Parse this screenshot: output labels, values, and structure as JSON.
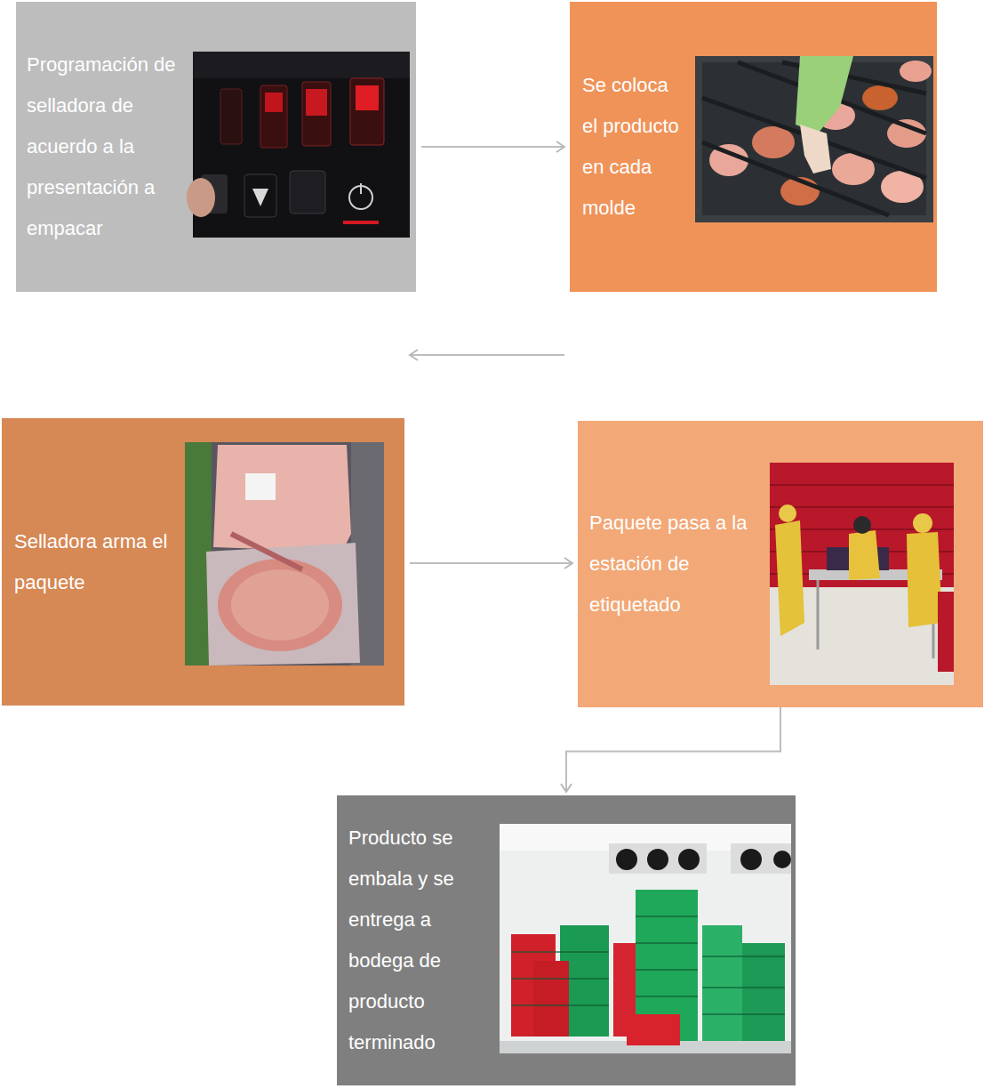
{
  "diagram": {
    "nodes": [
      {
        "text": [
          "Programación de selladora de acuerdo a la presentación a empacar"
        ]
      },
      {
        "text": [
          "Se coloca el producto en cada molde"
        ]
      },
      {
        "text": [
          "Selladora arma el paquete"
        ]
      },
      {
        "text": [
          "Paquete pasa a la estación de etiquetado"
        ]
      },
      {
        "text": [
          "Producto se embala y se entrega a bodega de producto terminado"
        ]
      }
    ],
    "edges": [
      {
        "from": 0,
        "to": 1,
        "arrow": "to"
      },
      {
        "from": 1,
        "to": 2,
        "arrow": "to"
      },
      {
        "from": 2,
        "to": 3,
        "arrow": "to"
      },
      {
        "from": 3,
        "to": 4,
        "arrow": "to"
      }
    ]
  }
}
